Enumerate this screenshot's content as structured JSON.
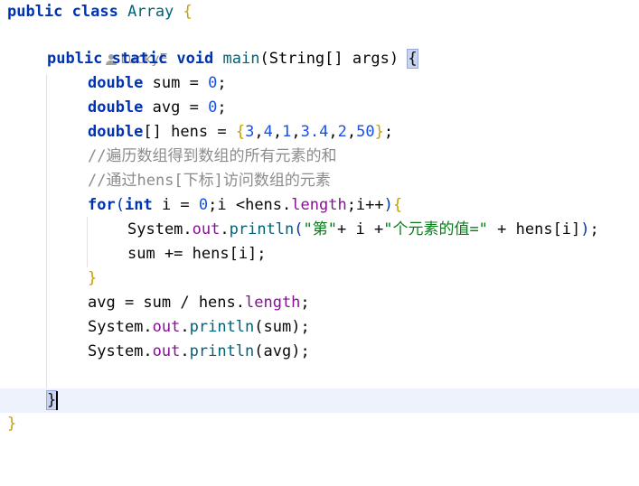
{
  "class_decl": {
    "kw1": "public",
    "kw2": "class",
    "name": "Array",
    "brace": "{"
  },
  "author": {
    "name": "LuckyE",
    "icon": "user-icon"
  },
  "main_decl": {
    "kw1": "public",
    "kw2": "static",
    "kw3": "void",
    "method": "main",
    "open_paren": "(",
    "param_type": "String[]",
    "param_name": "args",
    "close_paren": ")",
    "brace": "{"
  },
  "lines": {
    "sum_decl": {
      "type": "double",
      "name": "sum",
      "eq": "=",
      "val": "0",
      "end": ";"
    },
    "avg_decl": {
      "type": "double",
      "name": "avg",
      "eq": "=",
      "val": "0",
      "end": ";"
    },
    "hens_decl": {
      "type": "double",
      "brackets": "[]",
      "name": "hens",
      "eq": "=",
      "open": "{",
      "values": [
        "3",
        "4",
        "1",
        "3.4",
        "2",
        "50"
      ],
      "close": "}",
      "end": ";"
    },
    "comment1": "//遍历数组得到数组的所有元素的和",
    "comment2": "//通过hens[下标]访问数组的元素",
    "for_loop": {
      "kw": "for",
      "open": "(",
      "type": "int",
      "init": "i = ",
      "zero": "0",
      "cond": ";i <hens.",
      "length": "length",
      "inc": ";i++",
      "close": ")",
      "brace": "{"
    },
    "println1": {
      "sys": "System.",
      "out": "out",
      "dot": ".",
      "method": "println",
      "open": "(",
      "str1": "\"第\"",
      "mid1": "+ i +",
      "str2": "\"个元素的值=\"",
      "mid2": " + hens[i]",
      "close": ")",
      "end": ";"
    },
    "sum_add": "sum += hens[i];",
    "for_close": "}",
    "avg_calc": {
      "pre": "avg = sum / hens.",
      "length": "length",
      "end": ";"
    },
    "println_sum": {
      "sys": "System.",
      "out": "out",
      "dot": ".",
      "method": "println",
      "arg": "(sum);"
    },
    "println_avg": {
      "sys": "System.",
      "out": "out",
      "dot": ".",
      "method": "println",
      "arg": "(avg);"
    },
    "main_close": "}",
    "class_close": "}"
  }
}
